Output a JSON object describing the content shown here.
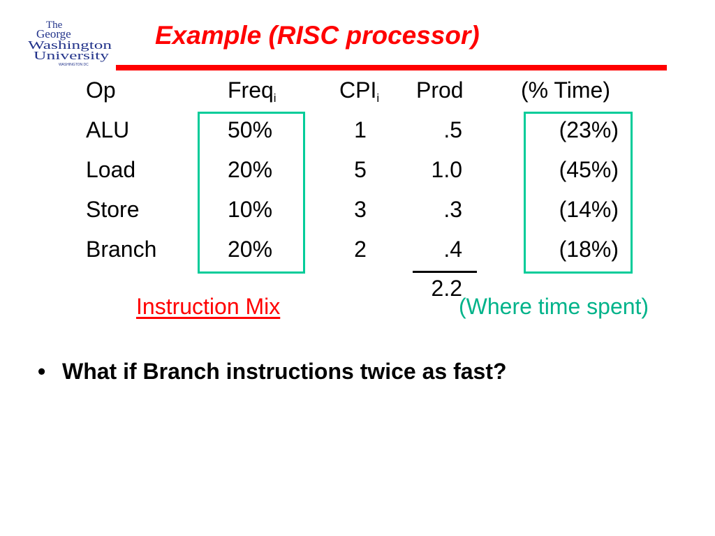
{
  "logo": {
    "line1": "The",
    "line2": "George",
    "line3": "Washington",
    "line4": "University",
    "line5": "WASHINGTON DC"
  },
  "title": "Example (RISC processor)",
  "table": {
    "headers": {
      "op": "Op",
      "freq": "Freq",
      "freq_sub": "i",
      "cpi": "CPI",
      "cpi_sub": "i",
      "prod": "Prod",
      "time": "(% Time)"
    },
    "rows": [
      {
        "op": "ALU",
        "freq": "50%",
        "cpi": "1",
        "prod": ".5",
        "time": "(23%)"
      },
      {
        "op": "Load",
        "freq": "20%",
        "cpi": "5",
        "prod": "1.0",
        "time": "(45%)"
      },
      {
        "op": "Store",
        "freq": "10%",
        "cpi": "3",
        "prod": ".3",
        "time": "(14%)"
      },
      {
        "op": "Branch",
        "freq": "20%",
        "cpi": "2",
        "prod": ".4",
        "time": "(18%)"
      }
    ],
    "total": "2.2"
  },
  "labels": {
    "instruction_mix": "Instruction Mix",
    "where_time_spent": "(Where time spent)"
  },
  "bullets": [
    "What if Branch instructions twice as fast?"
  ],
  "colors": {
    "title": "#ff0000",
    "box": "#00cc99",
    "where_time_text": "#00b38a"
  }
}
